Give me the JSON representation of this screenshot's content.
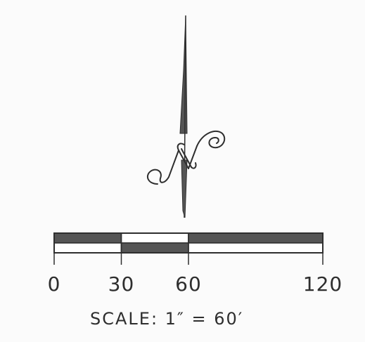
{
  "north_arrow": {
    "letter": "N",
    "icon": "north-arrow-icon"
  },
  "scale_bar": {
    "ticks": [
      {
        "value": 0,
        "label": "0"
      },
      {
        "value": 30,
        "label": "30"
      },
      {
        "value": 60,
        "label": "60"
      },
      {
        "value": 120,
        "label": "120"
      }
    ],
    "text": "SCALE: 1″ = 60′"
  },
  "colors": {
    "ink": "#2e2e2e",
    "fill": "#555555",
    "paper": "#fbfbfb"
  }
}
